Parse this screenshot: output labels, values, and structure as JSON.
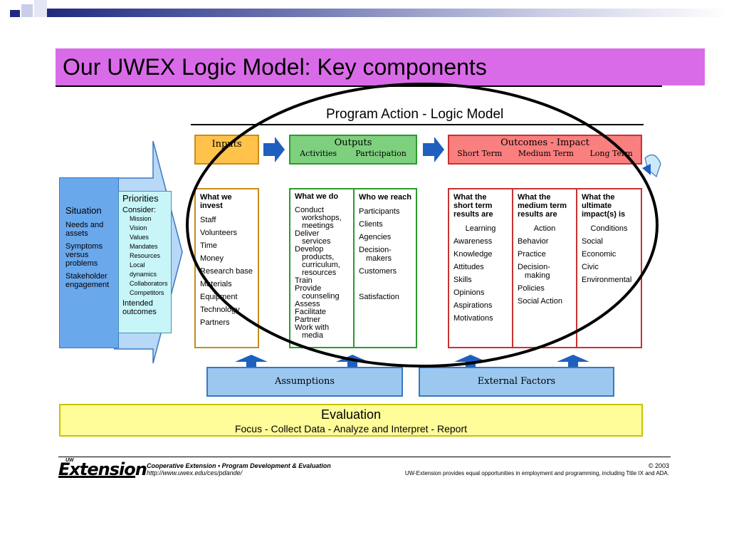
{
  "slide_title": "Our UWEX Logic Model:  Key components",
  "diagram_title": "Program Action - Logic Model",
  "situation": {
    "title": "Situation",
    "items": [
      "Needs and assets",
      "Symptoms versus problems",
      "Stakeholder engagement"
    ]
  },
  "priorities": {
    "title": "Priorities",
    "consider": "Consider:",
    "items": [
      "Mission",
      "Vision",
      "Values",
      "Mandates",
      "Resources",
      "Local dynamics",
      "Collaborators",
      "Competitors"
    ],
    "outcomes": "Intended outcomes"
  },
  "inputs": {
    "label": "Inputs",
    "heading": "What we invest",
    "items": [
      "Staff",
      "Volunteers",
      "Time",
      "Money",
      "Research base",
      "Materials",
      "Equipment",
      "Technology",
      "Partners"
    ]
  },
  "outputs": {
    "label": "Outputs",
    "activities_label": "Activities",
    "participation_label": "Participation",
    "do_heading": "What we do",
    "do_items": [
      "Conduct",
      "workshops,",
      "meetings",
      "Deliver",
      "services",
      "Develop",
      "products,",
      "curriculum,",
      "resources",
      "Train",
      "Provide",
      "counseling",
      "Assess",
      "Facilitate",
      "Partner",
      "Work with",
      "media"
    ],
    "reach_heading": "Who we reach",
    "reach_items": [
      "Participants",
      "Clients",
      "Agencies",
      "Decision-",
      "makers",
      "Customers",
      "Satisfaction"
    ]
  },
  "outcomes": {
    "label": "Outcomes - Impact",
    "short_label": "Short Term",
    "medium_label": "Medium Term",
    "long_label": "Long Term",
    "short": {
      "heading": "What the short term results are",
      "category": "Learning",
      "items": [
        "Awareness",
        "Knowledge",
        "Attitudes",
        "Skills",
        "Opinions",
        "Aspirations",
        "Motivations"
      ]
    },
    "medium": {
      "heading": "What the medium term results are",
      "category": "Action",
      "items": [
        "Behavior",
        "Practice",
        "Decision-",
        "making",
        "Policies",
        "Social Action"
      ]
    },
    "long": {
      "heading": "What the ultimate impact(s) is",
      "category": "Conditions",
      "items": [
        "Social",
        "Economic",
        "Civic",
        "Environmental"
      ]
    }
  },
  "assumptions": "Assumptions",
  "external_factors": "External Factors",
  "evaluation": {
    "title": "Evaluation",
    "subtitle": "Focus - Collect Data - Analyze and Interpret - Report"
  },
  "footer": {
    "logo": "Extension",
    "logo_prefix": "UW",
    "line1": "Cooperative Extension • Program Development & Evaluation",
    "line2": "http://www.uwex.edu/ces/pdande/",
    "copyright": "© 2003",
    "notice": "UW-Extension provides equal opportunities in employment and programming, including Title IX and ADA."
  },
  "colors": {
    "title_band": "#d96be8",
    "inputs": "#ffc24a",
    "outputs": "#7ed07e",
    "outcomes": "#fa7f7f",
    "situation": "#6aa8ec",
    "evaluation": "#fffc9a",
    "arrow": "#1f5fbf"
  }
}
